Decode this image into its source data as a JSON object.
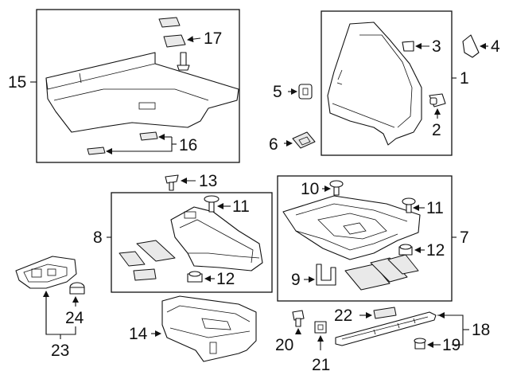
{
  "callouts": {
    "c1": "1",
    "c2": "2",
    "c3": "3",
    "c4": "4",
    "c5": "5",
    "c6": "6",
    "c7": "7",
    "c8": "8",
    "c9": "9",
    "c10": "10",
    "c11a": "11",
    "c11b": "11",
    "c12a": "12",
    "c12b": "12",
    "c13": "13",
    "c14": "14",
    "c15": "15",
    "c16": "16",
    "c17": "17",
    "c18": "18",
    "c19": "19",
    "c20": "20",
    "c21": "21",
    "c22": "22",
    "c23": "23",
    "c24": "24"
  },
  "colors": {
    "line": "#111111",
    "background": "#ffffff",
    "shade": "#e9e9e9"
  }
}
